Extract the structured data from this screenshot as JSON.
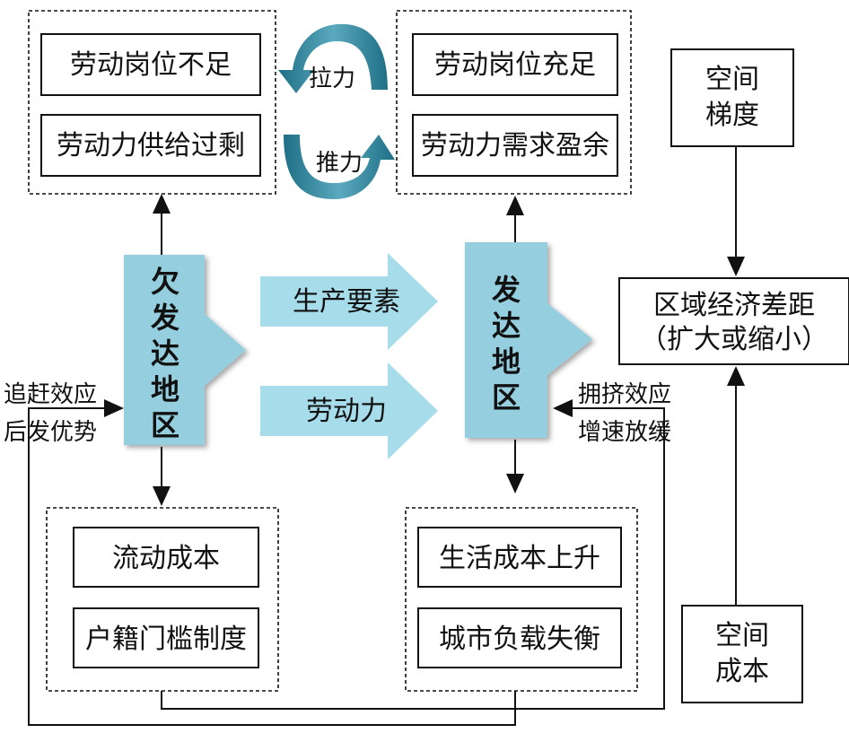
{
  "boxes": {
    "labor_shortage": "劳动岗位不足",
    "labor_surplus_supply": "劳动力供给过剩",
    "jobs_sufficient": "劳动岗位充足",
    "labor_demand_surplus": "劳动力需求盈余",
    "spatial_gradient_line1": "空间",
    "spatial_gradient_line2": "梯度",
    "regional_gap_line1": "区域经济差距",
    "regional_gap_line2": "（扩大或缩小）",
    "mobility_cost": "流动成本",
    "hukou_system": "户籍门槛制度",
    "living_cost_up": "生活成本上升",
    "urban_load_imbalance": "城市负载失衡",
    "spatial_cost_line1": "空间",
    "spatial_cost_line2": "成本"
  },
  "regions": {
    "underdeveloped": [
      "欠",
      "发",
      "达",
      "地",
      "区"
    ],
    "developed": [
      "发",
      "达",
      "地",
      "区"
    ]
  },
  "flows": {
    "production_factors": "生产要素",
    "labor": "劳动力"
  },
  "cycle": {
    "pull": "拉力",
    "push": "推力"
  },
  "effects": {
    "catchup_line1": "追赶效应",
    "catchup_line2": "后发优势",
    "crowding_line1": "拥挤效应",
    "crowding_line2": "增速放缓"
  },
  "colors": {
    "region_blue": "#95cede",
    "flow_blue": "#a7dcea",
    "cycle_teal": "#2f7f95"
  }
}
